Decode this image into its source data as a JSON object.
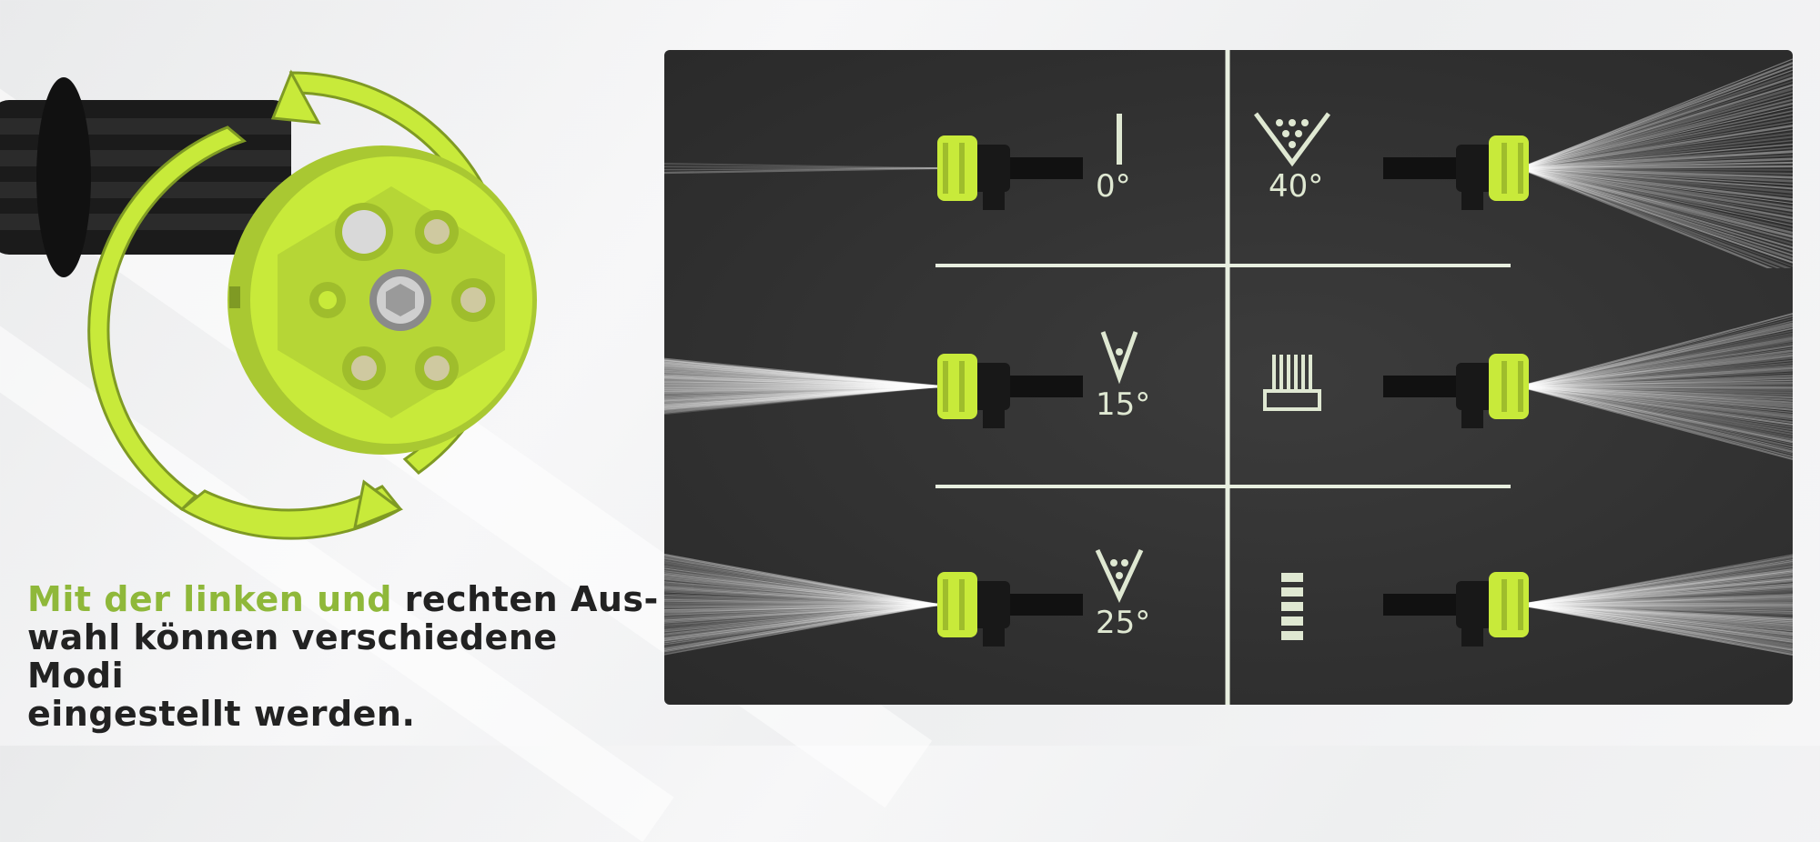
{
  "caption": {
    "highlight": "Mit der linken und",
    "rest_line1": " rechten Aus-",
    "line2": "wahl können verschiedene Modi",
    "line3": "eingestellt werden."
  },
  "colors": {
    "accent": "#c8ea3a",
    "accent_text": "#8fb83a",
    "panel_bg": "#333333",
    "divider": "#e8efe0"
  },
  "modes": [
    {
      "id": "0",
      "label": "0°",
      "icon": "straight-jet-icon",
      "side": "left",
      "row": 0
    },
    {
      "id": "15",
      "label": "15°",
      "icon": "narrow-fan-icon",
      "side": "left",
      "row": 1
    },
    {
      "id": "25",
      "label": "25°",
      "icon": "medium-fan-icon",
      "side": "left",
      "row": 2
    },
    {
      "id": "40",
      "label": "40°",
      "icon": "wide-fan-icon",
      "side": "right",
      "row": 0
    },
    {
      "id": "brush",
      "label": "",
      "icon": "brush-icon",
      "side": "right",
      "row": 1
    },
    {
      "id": "shower",
      "label": "",
      "icon": "shower-bars-icon",
      "side": "right",
      "row": 2
    }
  ]
}
